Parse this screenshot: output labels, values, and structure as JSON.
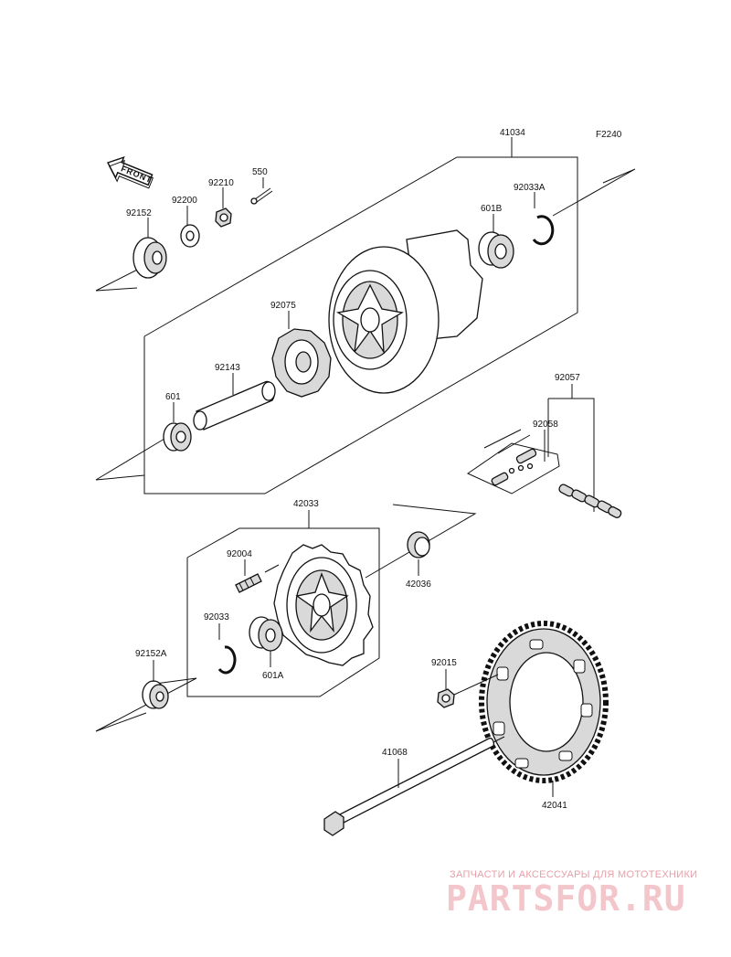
{
  "code": "F2240",
  "front_label": "FRONT",
  "parts": {
    "p41034": "41034",
    "p92152": "92152",
    "p92200": "92200",
    "p92210": "92210",
    "p550": "550",
    "p92033A": "92033A",
    "p601B": "601B",
    "p92075": "92075",
    "p92143": "92143",
    "p601": "601",
    "p92057": "92057",
    "p92058": "92058",
    "p42033": "42033",
    "p92004": "92004",
    "p42036": "42036",
    "p92033": "92033",
    "p601A": "601A",
    "p92152A": "92152A",
    "p92015": "92015",
    "p41068": "41068",
    "p42041": "42041"
  },
  "watermark": {
    "tagline": "ЗАПЧАСТИ И АКСЕССУАРЫ ДЛЯ МОТОТЕХНИКИ",
    "logo": "PARTSFOR.RU"
  }
}
